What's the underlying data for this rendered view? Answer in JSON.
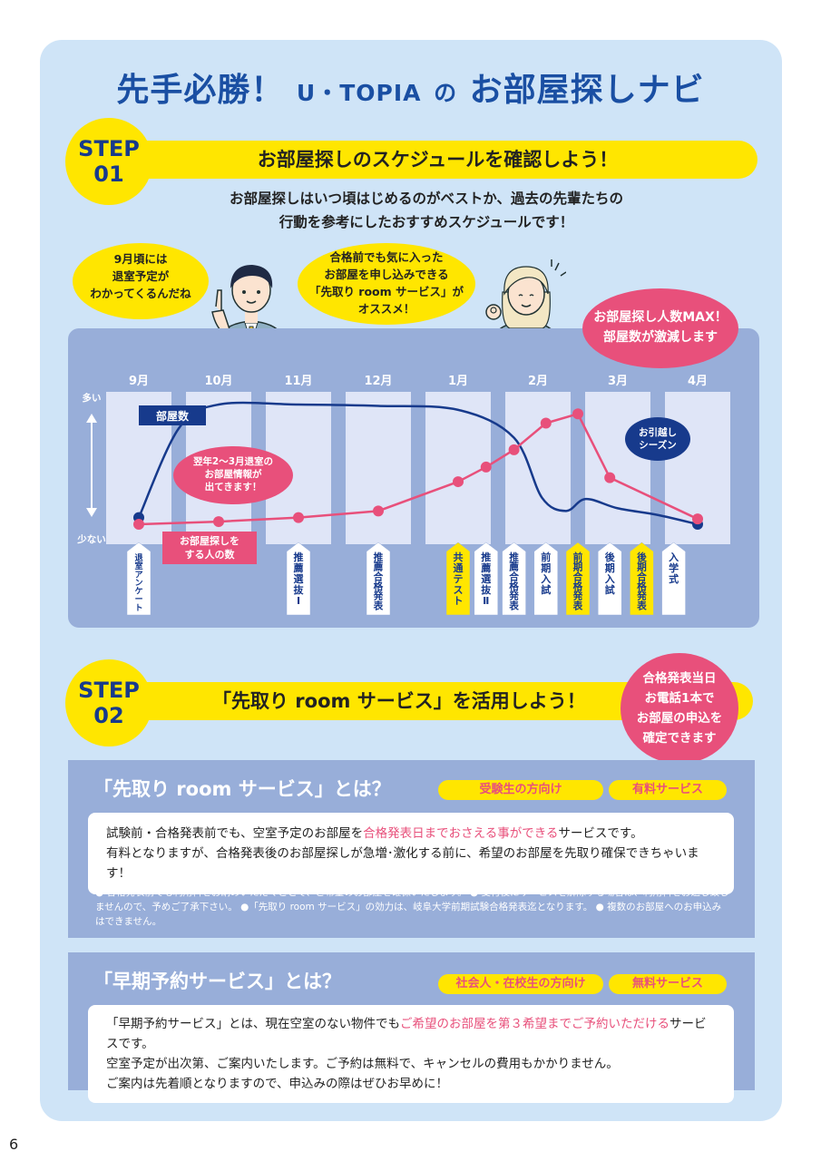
{
  "title": {
    "part1": "先手必勝！",
    "part2": "U・TOPIA",
    "part3": "の",
    "part4": "お部屋探しナビ"
  },
  "step1": {
    "badge_line1": "STEP",
    "badge_line2": "01",
    "heading": "お部屋探しのスケジュールを確認しよう！",
    "intro_line1": "お部屋探しはいつ頃はじめるのがベストか、過去の先輩たちの",
    "intro_line2": "行動を参考にしたおすすめスケジュールです！",
    "bubble_left": [
      "9月頃には",
      "退室予定が",
      "わかってくるんだね"
    ],
    "bubble_mid": [
      "合格前でも気に入った",
      "お部屋を申し込みできる",
      "「先取り room サービス」が",
      "オススメ！"
    ],
    "bubble_max": [
      "お部屋探し人数MAX！",
      "部屋数が激減します"
    ]
  },
  "chart_data": {
    "type": "line",
    "categories": [
      "9月",
      "10月",
      "11月",
      "12月",
      "1月",
      "2月",
      "3月",
      "4月"
    ],
    "y_axis_top": "多い",
    "y_axis_bottom": "少ない",
    "series": [
      {
        "name": "部屋数",
        "color": "#173a8c",
        "points": [
          [
            0.0,
            1.5
          ],
          [
            0.5,
            8.2
          ],
          [
            1.0,
            10.0
          ],
          [
            2.0,
            10.0
          ],
          [
            3.0,
            9.9
          ],
          [
            4.0,
            9.6
          ],
          [
            4.7,
            7.5
          ],
          [
            5.05,
            3.0
          ],
          [
            5.35,
            2.0
          ],
          [
            5.6,
            2.9
          ],
          [
            6.0,
            2.2
          ],
          [
            6.5,
            1.7
          ],
          [
            7.0,
            1.0
          ]
        ]
      },
      {
        "name": "お部屋探しをする人の数",
        "color": "#e8507b",
        "points": [
          [
            0.0,
            1.0
          ],
          [
            1.0,
            1.2
          ],
          [
            2.0,
            1.5
          ],
          [
            3.0,
            2.0
          ],
          [
            4.0,
            4.2
          ],
          [
            4.35,
            5.3
          ],
          [
            4.7,
            6.6
          ],
          [
            5.1,
            8.6
          ],
          [
            5.5,
            9.3
          ],
          [
            5.9,
            4.5
          ],
          [
            7.0,
            1.4
          ]
        ]
      }
    ],
    "label_rooms": "部屋数",
    "label_people": [
      "お部屋探しを",
      "する人の数"
    ],
    "annotation_info": [
      "翌年2〜3月退室の",
      "お部屋情報が",
      "出てきます！"
    ],
    "annotation_move": [
      "お引越し",
      "シーズン"
    ],
    "events": [
      {
        "label": "退室アンケート",
        "x": 0.0,
        "highlight": false
      },
      {
        "label": "推薦選抜Ⅰ",
        "x": 2.0,
        "highlight": false
      },
      {
        "label": "推薦合格発表",
        "x": 3.0,
        "highlight": false
      },
      {
        "label": "共通テスト",
        "x": 4.0,
        "highlight": true
      },
      {
        "label": "推薦選抜Ⅱ",
        "x": 4.35,
        "highlight": false
      },
      {
        "label": "推薦合格発表",
        "x": 4.7,
        "highlight": false
      },
      {
        "label": "前期入試",
        "x": 5.1,
        "highlight": false
      },
      {
        "label": "前期合格発表",
        "x": 5.5,
        "highlight": true
      },
      {
        "label": "後期入試",
        "x": 5.9,
        "highlight": false
      },
      {
        "label": "後期合格発表",
        "x": 6.3,
        "highlight": true
      },
      {
        "label": "入学式",
        "x": 6.7,
        "highlight": false
      }
    ]
  },
  "step2": {
    "badge_line1": "STEP",
    "badge_line2": "02",
    "heading": "「先取り room サービス」を活用しよう！",
    "bubble": [
      "合格発表当日",
      "お電話1本で",
      "お部屋の申込を",
      "確定できます"
    ]
  },
  "service1": {
    "title": "「先取り room サービス」とは？",
    "tag1": "受験生の方向け",
    "tag2": "有料サービス",
    "line1_a": "試験前・合格発表前でも、空室予定のお部屋を",
    "line1_b": "合格発表日までおさえる事ができる",
    "line1_c": "サービスです。",
    "line2": "有料となりますが、合格発表後のお部屋探しが急増･激化する前に、希望のお部屋を先取り確保できちゃいます！",
    "note": "● 合格発表前でも利用料をお納めいただくことで、ご希望のお部屋を確保いたします。 ● 受付後にサービスを解除する場合は、利用料をお返し致しませんので、予めご了承下さい。 ●「先取り room サービス」の効力は、岐阜大学前期試験合格発表迄となります。 ● 複数のお部屋へのお申込みはできません。"
  },
  "service2": {
    "title": "「早期予約サービス」とは？",
    "tag1": "社会人・在校生の方向け",
    "tag2": "無料サービス",
    "line1_a": "「早期予約サービス」とは、現在空室のない物件でも",
    "line1_b": "ご希望のお部屋を第３希望までご予約いただける",
    "line1_c": "サービスです。",
    "line2": "空室予定が出次第、ご案内いたします。ご予約は無料で、キャンセルの費用もかかりません。",
    "line3": "ご案内は先着順となりますので、申込みの際はぜひお早めに！"
  },
  "page_number": "6",
  "colors": {
    "navy": "#173a8c",
    "pink": "#e8507b",
    "yellow": "#ffe600",
    "panel": "#cfe4f7",
    "slate": "#98aed9"
  }
}
